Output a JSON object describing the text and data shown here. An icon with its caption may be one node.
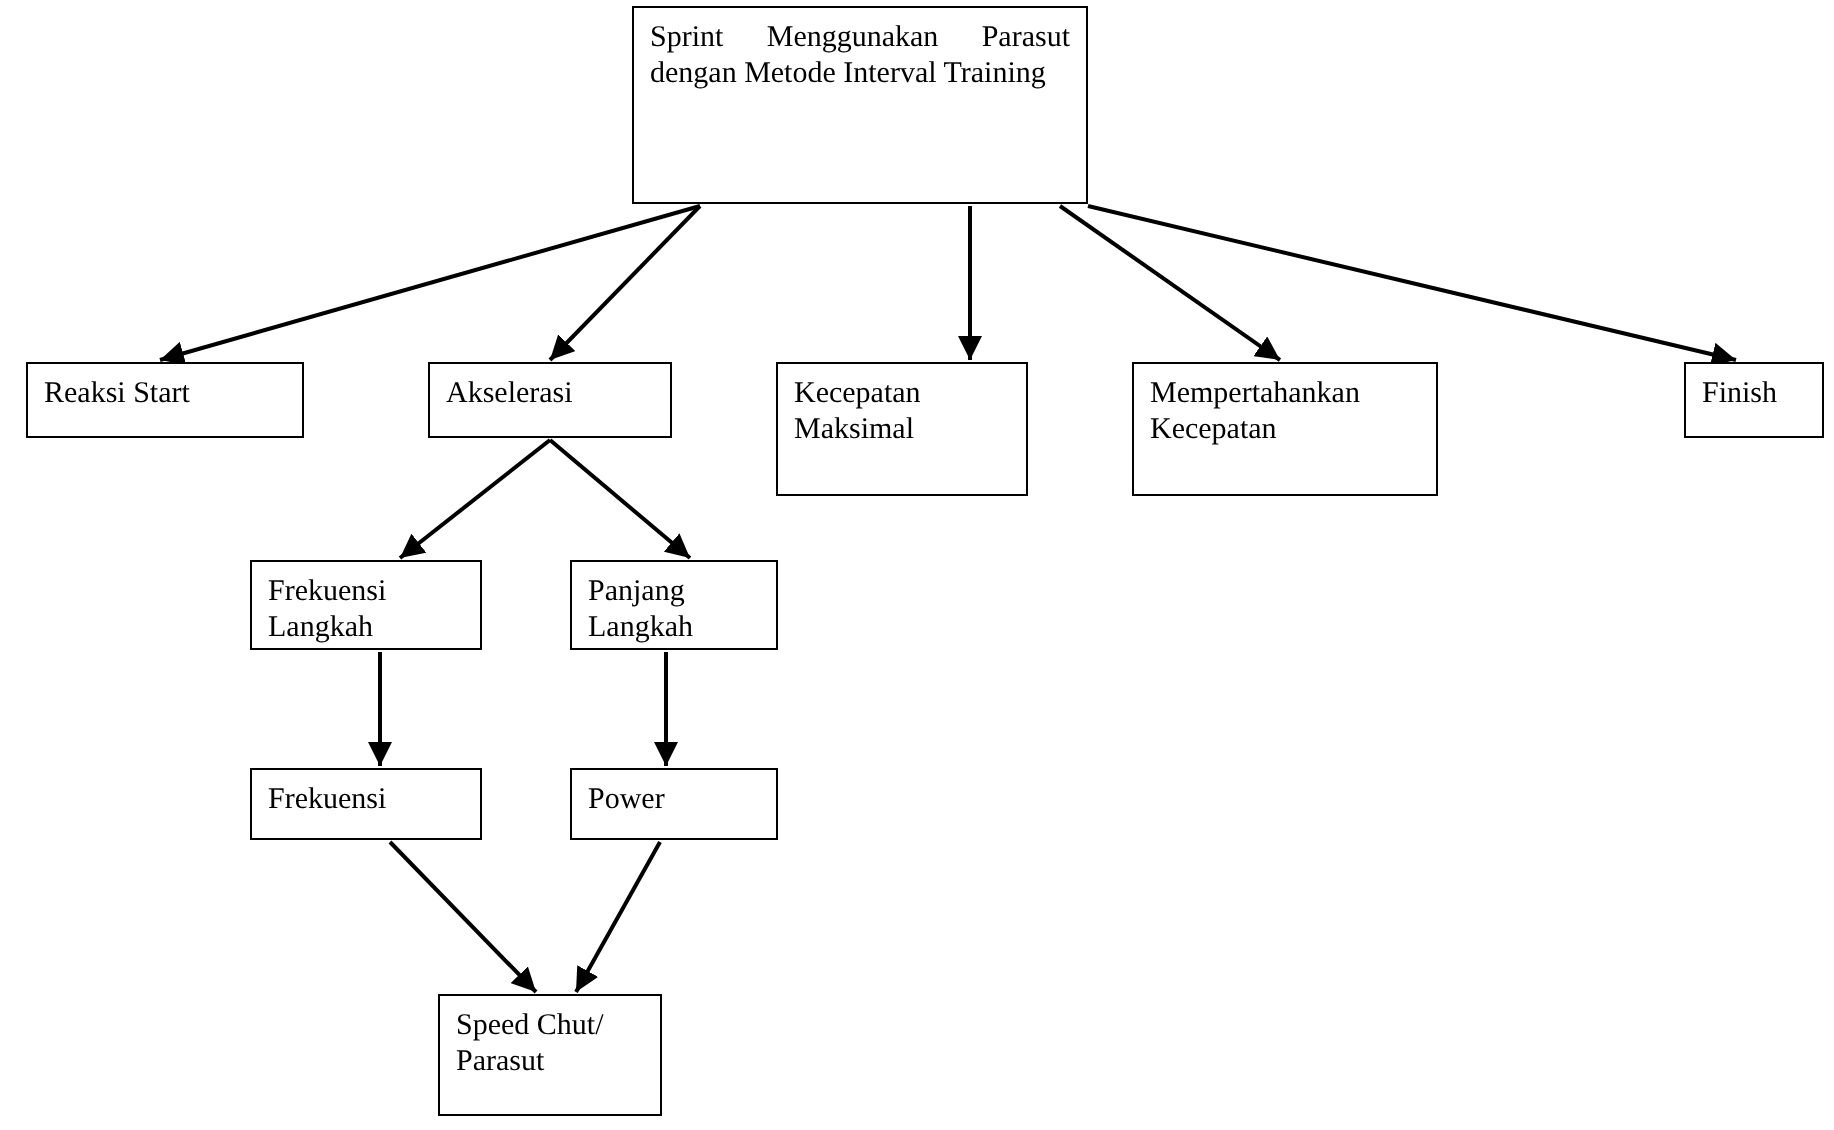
{
  "diagram": {
    "nodes": [
      {
        "text": [
          "Sprint Menggunakan Parasut dengan Metode Interval Training"
        ]
      },
      {
        "text": [
          "Reaksi Start"
        ]
      },
      {
        "text": [
          "Akselerasi"
        ]
      },
      {
        "text": [
          "Kecepatan Maksimal"
        ]
      },
      {
        "text": [
          "Mempertahankan Kecepatan"
        ]
      },
      {
        "text": [
          "Finish"
        ]
      },
      {
        "text": [
          "Frekuensi Langkah"
        ]
      },
      {
        "text": [
          "Panjang Langkah"
        ]
      },
      {
        "text": [
          "Frekuensi"
        ]
      },
      {
        "text": [
          "Power"
        ]
      },
      {
        "text": [
          "Speed Chut/ Parasut"
        ]
      }
    ],
    "edges": [
      {
        "from": 0,
        "to": 1,
        "arrow": "to"
      },
      {
        "from": 0,
        "to": 2,
        "arrow": "to"
      },
      {
        "from": 0,
        "to": 3,
        "arrow": "to"
      },
      {
        "from": 0,
        "to": 4,
        "arrow": "to"
      },
      {
        "from": 0,
        "to": 5,
        "arrow": "to"
      },
      {
        "from": 2,
        "to": 6,
        "arrow": "to"
      },
      {
        "from": 2,
        "to": 7,
        "arrow": "to"
      },
      {
        "from": 6,
        "to": 8,
        "arrow": "to"
      },
      {
        "from": 7,
        "to": 9,
        "arrow": "to"
      },
      {
        "from": 8,
        "to": 10,
        "arrow": "to"
      },
      {
        "from": 9,
        "to": 10,
        "arrow": "to"
      }
    ]
  }
}
